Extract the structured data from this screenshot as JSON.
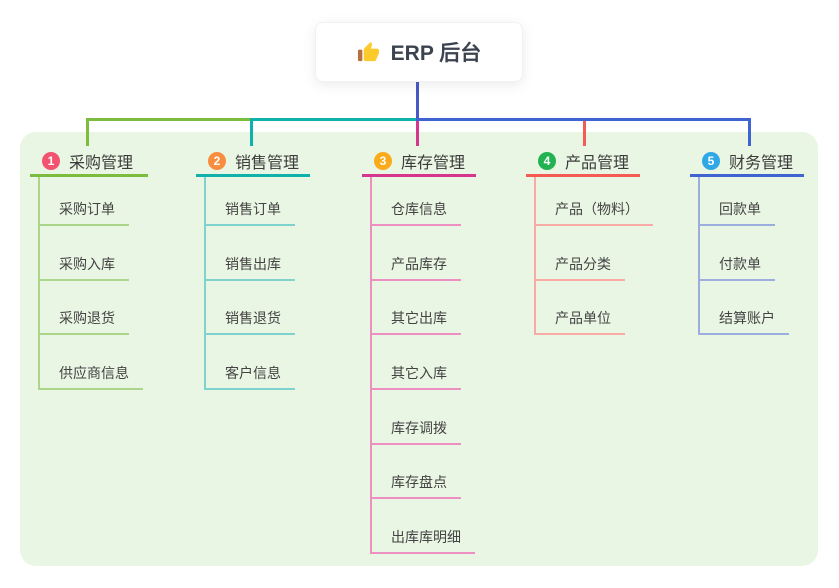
{
  "root": {
    "label": "ERP 后台",
    "icon": "thumbs-up-icon",
    "icon_colors": {
      "hand": "#fbca2c",
      "cuff": "#b5713f"
    }
  },
  "colors": {
    "panel_bg": "#eaf6e4",
    "root_link": "#4858c6",
    "card_bg": "#ffffff",
    "title_text": "#3b3b3b",
    "child_text": "#434343",
    "root_text": "#3c4350"
  },
  "branches": [
    {
      "index": "1",
      "label": "采购管理",
      "badge_color": "#f2536e",
      "line_color": "#7cbc3e",
      "child_line_color": "#abd689",
      "children": [
        "采购订单",
        "采购入库",
        "采购退货",
        "供应商信息"
      ]
    },
    {
      "index": "2",
      "label": "销售管理",
      "badge_color": "#f88d40",
      "line_color": "#10b0ab",
      "child_line_color": "#7fd2cd",
      "children": [
        "销售订单",
        "销售出库",
        "销售退货",
        "客户信息"
      ]
    },
    {
      "index": "3",
      "label": "库存管理",
      "badge_color": "#fbab19",
      "line_color": "#d7368f",
      "child_line_color": "#ee8fc2",
      "children": [
        "仓库信息",
        "产品库存",
        "其它出库",
        "其它入库",
        "库存调拨",
        "库存盘点",
        "出库库明细"
      ]
    },
    {
      "index": "4",
      "label": "产品管理",
      "badge_color": "#21b351",
      "line_color": "#f45b52",
      "child_line_color": "#f8aba5",
      "children": [
        "产品（物料）",
        "产品分类",
        "产品单位"
      ]
    },
    {
      "index": "5",
      "label": "财务管理",
      "badge_color": "#2fa8e5",
      "line_color": "#3f64d2",
      "child_line_color": "#9baede",
      "children": [
        "回款单",
        "付款单",
        "结算账户"
      ]
    }
  ]
}
